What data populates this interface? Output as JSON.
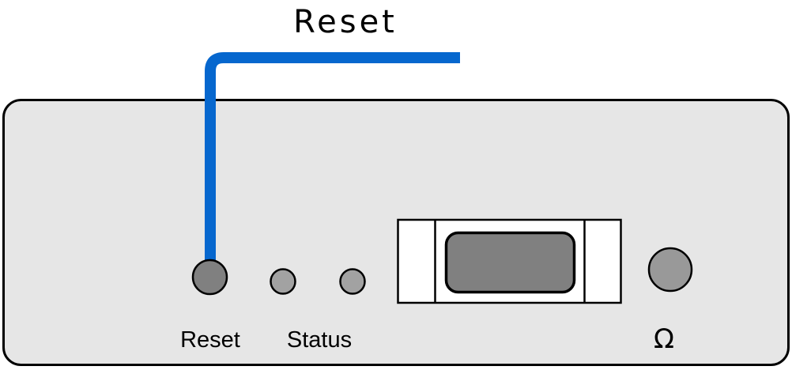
{
  "figure": {
    "callout": {
      "title": "Reset",
      "line_color": "#0667CE"
    },
    "panel": {
      "body_fill": "#E6E6E6",
      "outline_color": "#000000",
      "reset_button": {
        "label": "Reset",
        "fill": "#808080"
      },
      "status_leds": {
        "label": "Status",
        "count": 2,
        "fill": "#A2A2A2"
      },
      "terminal_block": {
        "body_fill": "#FFFFFF",
        "opening_fill": "#808080"
      },
      "termination_button": {
        "label": "Ω",
        "fill": "#999999"
      }
    }
  }
}
